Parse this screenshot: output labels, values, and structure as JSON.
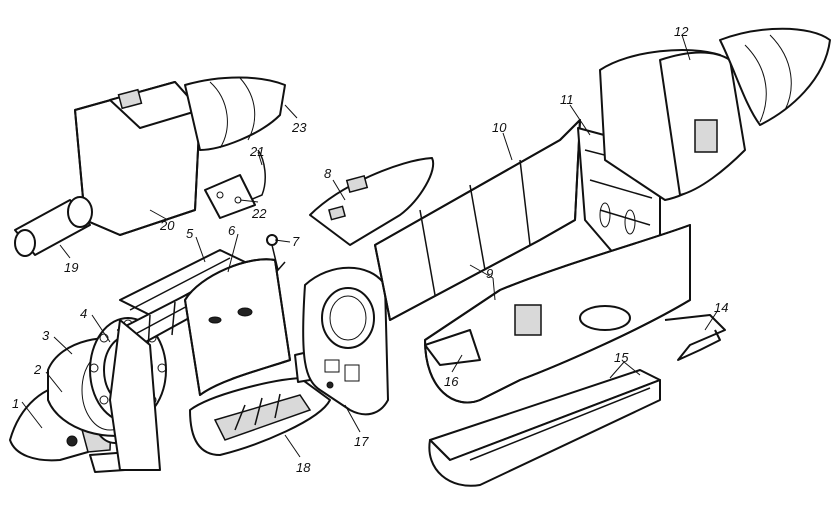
{
  "labels": {
    "n1": "1",
    "n2": "2",
    "n3": "3",
    "n4": "4",
    "n5": "5",
    "n6": "6",
    "n7": "7",
    "n8": "8",
    "n9": "9",
    "n10": "10",
    "n11": "11",
    "n12": "12",
    "n14": "14",
    "n15": "15",
    "n16": "16",
    "n17": "17",
    "n18": "18",
    "n19": "19",
    "n20": "20",
    "n21": "21",
    "n22": "22",
    "n23": "23"
  }
}
